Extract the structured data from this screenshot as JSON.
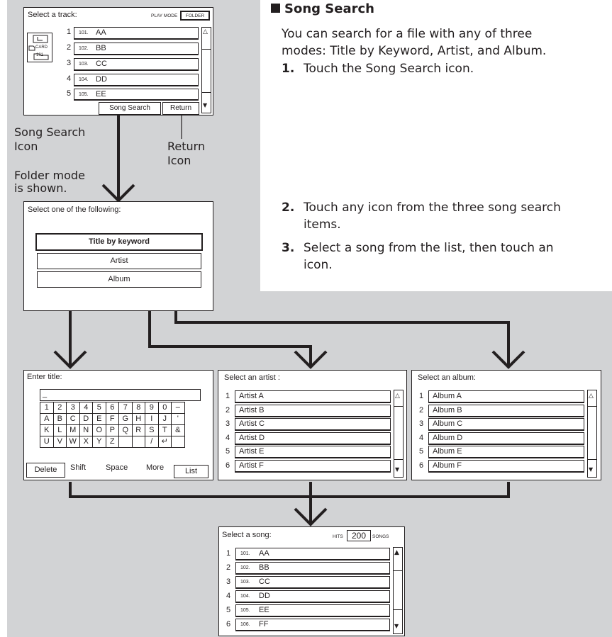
{
  "heading": "Song Search",
  "intro": [
    "You can search for a file with any of three",
    "modes: Title by Keyword, Artist, and Album."
  ],
  "steps": [
    {
      "num": "1.",
      "lines": [
        "Touch the Song Search icon."
      ]
    },
    {
      "num": "2.",
      "lines": [
        "Touch any icon from the three song search",
        "items."
      ]
    },
    {
      "num": "3.",
      "lines": [
        "Select a song from the list, then touch an",
        "icon."
      ]
    }
  ],
  "callouts": {
    "song_search": [
      "Song Search",
      "Icon"
    ],
    "return": [
      "Return",
      "Icon"
    ],
    "folder_mode": [
      "Folder mode",
      "is shown."
    ]
  },
  "screen_track": {
    "title": "Select a track:",
    "play_mode_label": "PLAY MODE",
    "play_mode_value": "FOLDER",
    "card_label": "CARD",
    "card_number": "101",
    "rows": [
      {
        "index": "1",
        "code": "101.",
        "name": "AA"
      },
      {
        "index": "2",
        "code": "102.",
        "name": "BB"
      },
      {
        "index": "3",
        "code": "103.",
        "name": "CC"
      },
      {
        "index": "4",
        "code": "104.",
        "name": "DD"
      },
      {
        "index": "5",
        "code": "105.",
        "name": "EE"
      }
    ],
    "song_search_button": "Song Search",
    "return_button": "Return"
  },
  "screen_select": {
    "title": "Select one of the following:",
    "options": [
      "Title by keyword",
      "Artist",
      "Album"
    ]
  },
  "screen_title": {
    "title": "Enter title:",
    "input_value": "_",
    "keys": [
      [
        "1",
        "2",
        "3",
        "4",
        "5",
        "6",
        "7",
        "8",
        "9",
        "0",
        "–"
      ],
      [
        "A",
        "B",
        "C",
        "D",
        "E",
        "F",
        "G",
        "H",
        "I",
        "J",
        "'"
      ],
      [
        "K",
        "L",
        "M",
        "N",
        "O",
        "P",
        "Q",
        "R",
        "S",
        "T",
        "&"
      ],
      [
        "U",
        "V",
        "W",
        "X",
        "Y",
        "Z",
        "",
        "",
        "/",
        "↵",
        ""
      ]
    ],
    "buttons": [
      "Delete",
      "Shift",
      "Space",
      "More",
      "List"
    ]
  },
  "screen_artist": {
    "title": "Select an artist :",
    "rows": [
      {
        "index": "1",
        "name": "Artist A"
      },
      {
        "index": "2",
        "name": "Artist B"
      },
      {
        "index": "3",
        "name": "Artist C"
      },
      {
        "index": "4",
        "name": "Artist D"
      },
      {
        "index": "5",
        "name": "Artist E"
      },
      {
        "index": "6",
        "name": "Artist F"
      }
    ]
  },
  "screen_album": {
    "title": "Select an album:",
    "rows": [
      {
        "index": "1",
        "name": "Album A"
      },
      {
        "index": "2",
        "name": "Album B"
      },
      {
        "index": "3",
        "name": "Album C"
      },
      {
        "index": "4",
        "name": "Album D"
      },
      {
        "index": "5",
        "name": "Album E"
      },
      {
        "index": "6",
        "name": "Album F"
      }
    ]
  },
  "screen_song": {
    "title": "Select a song:",
    "hits_label": "HITS",
    "hits_value": "200",
    "songs_label": "SONGS",
    "rows": [
      {
        "index": "1",
        "code": "101.",
        "name": "AA"
      },
      {
        "index": "2",
        "code": "102.",
        "name": "BB"
      },
      {
        "index": "3",
        "code": "103.",
        "name": "CC"
      },
      {
        "index": "4",
        "code": "104.",
        "name": "DD"
      },
      {
        "index": "5",
        "code": "105.",
        "name": "EE"
      },
      {
        "index": "6",
        "code": "106.",
        "name": "FF"
      }
    ]
  }
}
